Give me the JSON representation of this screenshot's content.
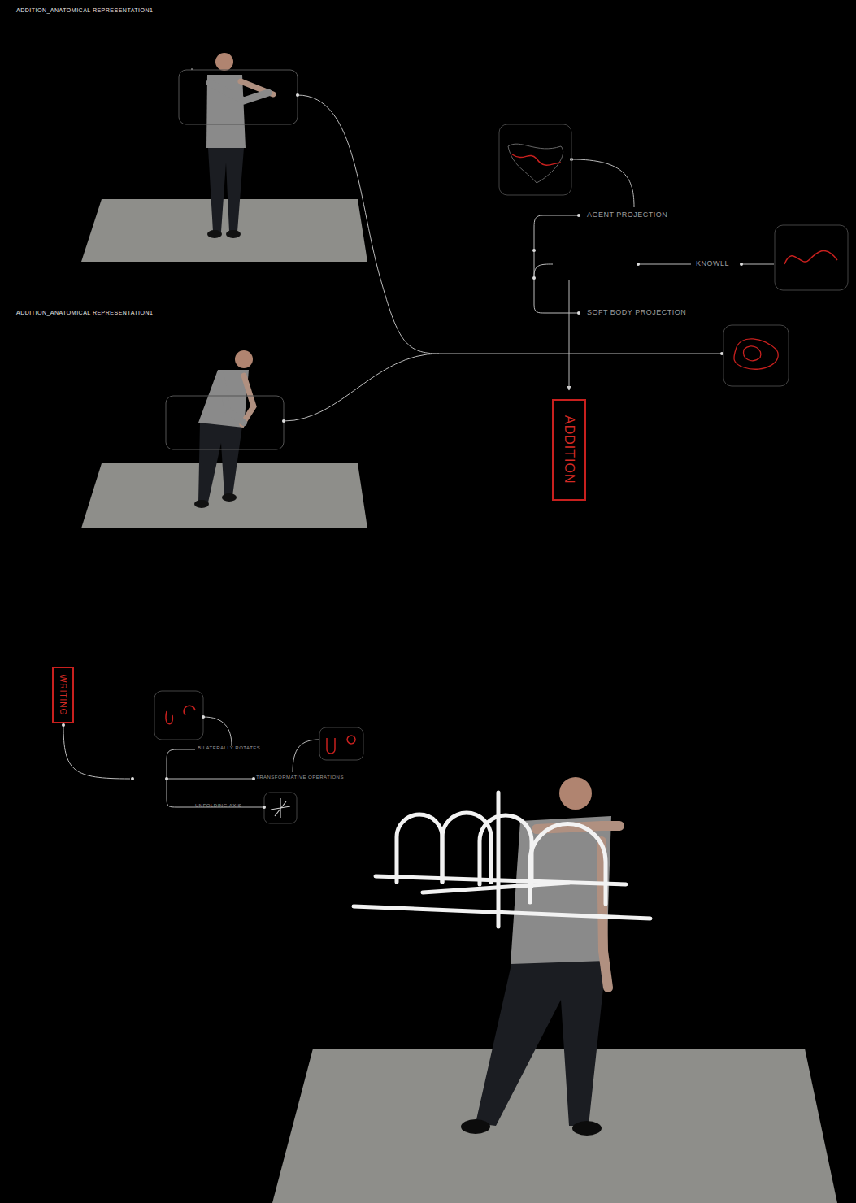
{
  "diagram": {
    "nodes": [
      {
        "text": [
          "ADDITION"
        ]
      },
      {
        "text": [
          "WRITING"
        ]
      }
    ],
    "labels": [
      "ADDITION_ANATOMICAL REPRESENTATION1",
      "ADDITION_ANATOMICAL REPRESENTATION1",
      "AGENT PROJECTION",
      "KNOWLL",
      "SOFT BODY PROJECTION",
      "BILATERALLY ROTATES",
      "TRANSFORMATIVE OPERATIONS",
      "UNFOLDING AXIS"
    ]
  }
}
